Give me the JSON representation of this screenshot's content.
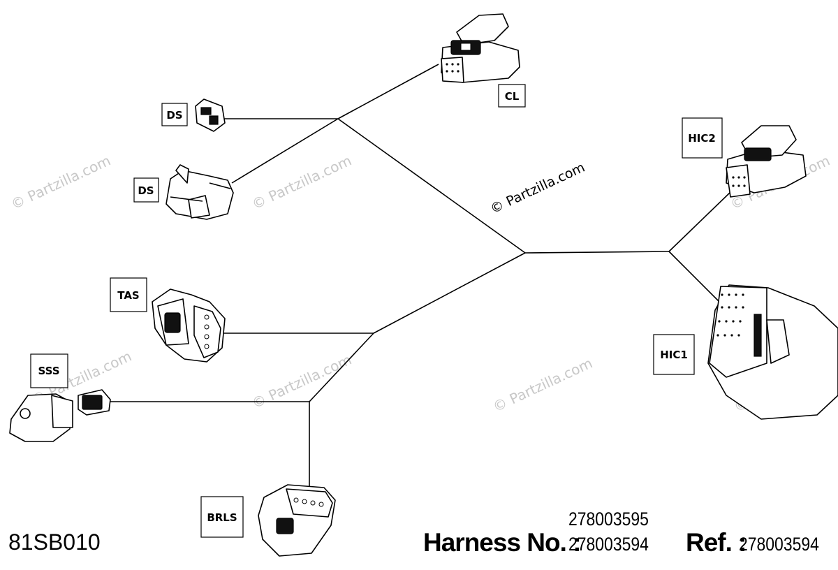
{
  "diagram": {
    "code": "81SB010",
    "watermark": "© Partzilla.com",
    "connectors": [
      {
        "id": "cl",
        "label": "CL"
      },
      {
        "id": "ds-1",
        "label": "DS"
      },
      {
        "id": "ds-2",
        "label": "DS"
      },
      {
        "id": "hic2",
        "label": "HIC2"
      },
      {
        "id": "tas",
        "label": "TAS"
      },
      {
        "id": "hic1",
        "label": "HIC1"
      },
      {
        "id": "sss",
        "label": "SSS"
      },
      {
        "id": "brls",
        "label": "BRLS"
      }
    ]
  },
  "footer": {
    "secondary_part_no": "278003595",
    "harness_label": "Harness No. :",
    "harness_no": "278003594",
    "ref_label": "Ref. :",
    "ref_no": "278003594"
  }
}
